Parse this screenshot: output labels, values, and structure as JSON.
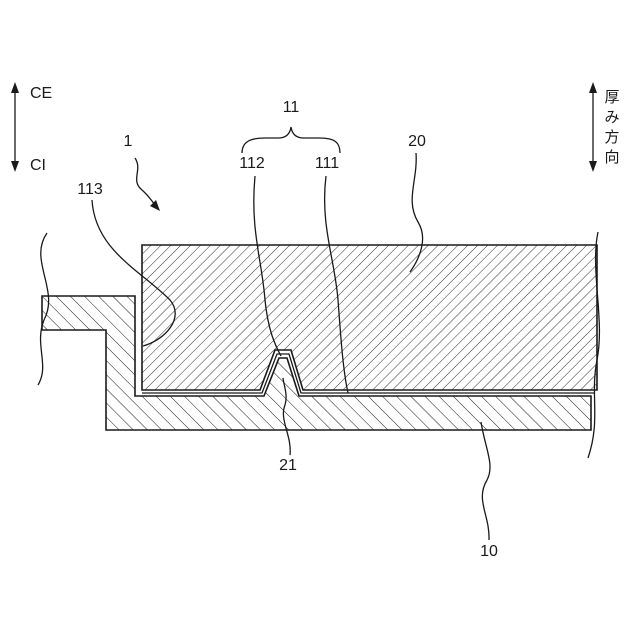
{
  "direction_left": {
    "top": "CE",
    "bottom": "CI"
  },
  "direction_right": {
    "chars": [
      "厚",
      "み",
      "方",
      "向"
    ]
  },
  "labels": {
    "assembly": "1",
    "group": "11",
    "sub_112": "112",
    "sub_111": "111",
    "sub_113": "113",
    "layer_20": "20",
    "ridge_21": "21",
    "base_10": "10"
  },
  "colors": {
    "ink": "#1a1a1a",
    "background": "#ffffff"
  }
}
